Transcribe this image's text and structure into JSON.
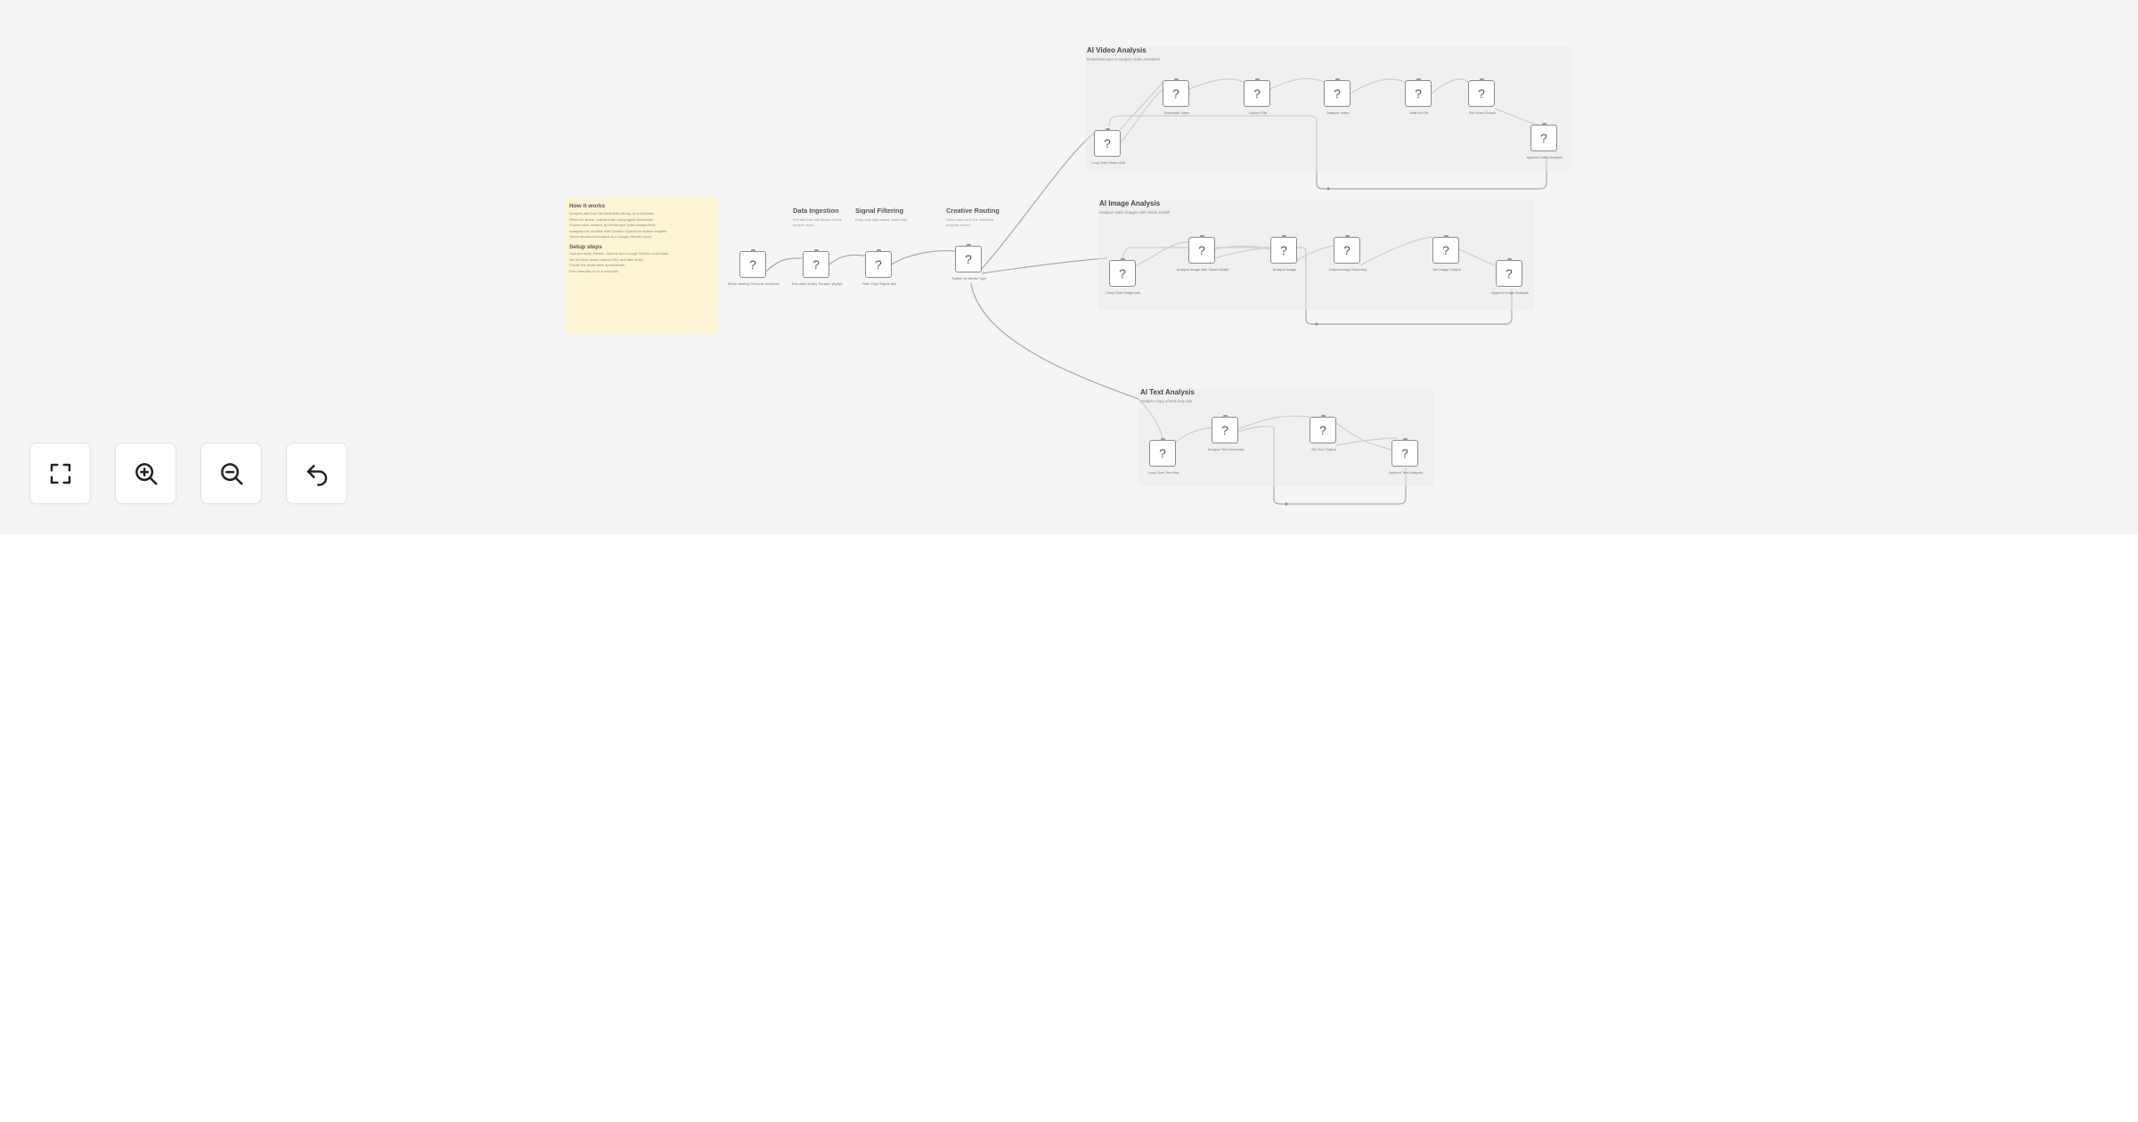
{
  "canvas": {
    "sticky": {
      "title": "How it works",
      "lines": [
        "Scrapes ads from the Meta Ads Library on a schedule",
        "Filters for active, relevant ads using signal thresholds",
        "Routes each creative by media type (video/image/text)",
        "Analyzes the creative with Gemini / OpenAI to extract insights",
        "Saves structured analysis to a Google Sheets report"
      ],
      "setup_title": "Setup steps",
      "setup_lines": [
        "Connect Apify, Gemini, OpenAI and Google Sheets credentials",
        "Set the Ads Library search URL and filter limits",
        "Create the destination spreadsheet",
        "Run manually or on a schedule"
      ]
    },
    "notes": [
      {
        "title": "Data Ingestion",
        "desc": "Pull ads from the library via the scraper actor"
      },
      {
        "title": "Signal Filtering",
        "desc": "Keep only high-signal, active ads"
      },
      {
        "title": "Creative Routing",
        "desc": "Send each ad to the matching analysis branch"
      }
    ],
    "main_nodes": [
      {
        "label": "When clicking 'Execute workflow'"
      },
      {
        "label": "Run Ads Library Scraper (Apify)"
      },
      {
        "label": "Filter High-Signal Ads"
      },
      {
        "label": "Switch by Media Type"
      }
    ],
    "groups": {
      "video": {
        "title": "AI Video Analysis",
        "subtitle": "Download and AI analyze video creatives",
        "nodes": [
          {
            "label": "Loop Over Video Ads"
          },
          {
            "label": "Download Video"
          },
          {
            "label": "Upload File"
          },
          {
            "label": "Analyze Video"
          },
          {
            "label": "Wait for File"
          },
          {
            "label": "Set Video Output"
          },
          {
            "label": "Append Video Analysis"
          }
        ]
      },
      "image": {
        "title": "AI Image Analysis",
        "subtitle": "Analyze static images with vision model",
        "nodes": [
          {
            "label": "Loop Over Image Ads"
          },
          {
            "label": "Analyze Image with Vision Model"
          },
          {
            "label": "Analyze Image"
          },
          {
            "label": "Output Image Summary"
          },
          {
            "label": "Set Image Output"
          },
          {
            "label": "Append Image Analysis"
          }
        ]
      },
      "text": {
        "title": "AI Text Analysis",
        "subtitle": "Analyze copy of text-only ads",
        "nodes": [
          {
            "label": "Loop Over Text Ads"
          },
          {
            "label": "Analyze Text Summary"
          },
          {
            "label": "Set Text Output"
          },
          {
            "label": "Append Text Analysis"
          }
        ]
      }
    },
    "node_glyph": "?"
  },
  "controls": {
    "zoom_to_fit": {
      "icon": "fullscreen-icon",
      "title": "Zoom to fit"
    },
    "zoom_in": {
      "icon": "zoom-in-icon",
      "title": "Zoom in"
    },
    "zoom_out": {
      "icon": "zoom-out-icon",
      "title": "Zoom out"
    },
    "reset": {
      "icon": "undo-icon",
      "title": "Reset zoom"
    }
  },
  "colors": {
    "canvas_bg": "#f5f5f5",
    "sticky_bg": "#fff5d5",
    "wire": "#a9a9a9"
  }
}
